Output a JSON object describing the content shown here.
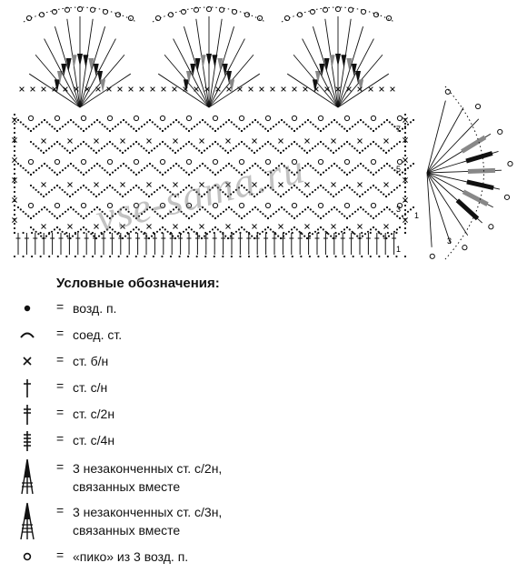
{
  "diagram": {
    "row_numbers": [
      "1",
      "3",
      "5",
      "7"
    ],
    "side_row_numbers": [
      "1",
      "3"
    ],
    "watermark": "vse-sama.ru"
  },
  "legend": {
    "title": "Условные обозначения:",
    "equals": "=",
    "items": [
      {
        "id": "chain",
        "icon": "filled-dot-icon",
        "text": "возд. п."
      },
      {
        "id": "slip",
        "icon": "arc-icon",
        "text": "соед. ст."
      },
      {
        "id": "sc",
        "icon": "cross-icon",
        "text": "ст. б/н"
      },
      {
        "id": "dc",
        "icon": "single-cross-stitch-icon",
        "text": "ст. с/н"
      },
      {
        "id": "tr",
        "icon": "double-cross-stitch-icon",
        "text": "ст. с/2н"
      },
      {
        "id": "trtr",
        "icon": "quad-cross-stitch-icon",
        "text": "ст. с/4н"
      },
      {
        "id": "cl3tr",
        "icon": "cluster-two-bar-icon",
        "text": "3 незаконченных ст. с/2н,",
        "text2": "связанных вместе"
      },
      {
        "id": "cl3dtr",
        "icon": "cluster-three-bar-icon",
        "text": "3 незаконченных ст. с/3н,",
        "text2": "связанных вместе"
      },
      {
        "id": "picot",
        "icon": "picot-circle-icon",
        "text": "«пико» из 3 возд. п."
      }
    ]
  }
}
